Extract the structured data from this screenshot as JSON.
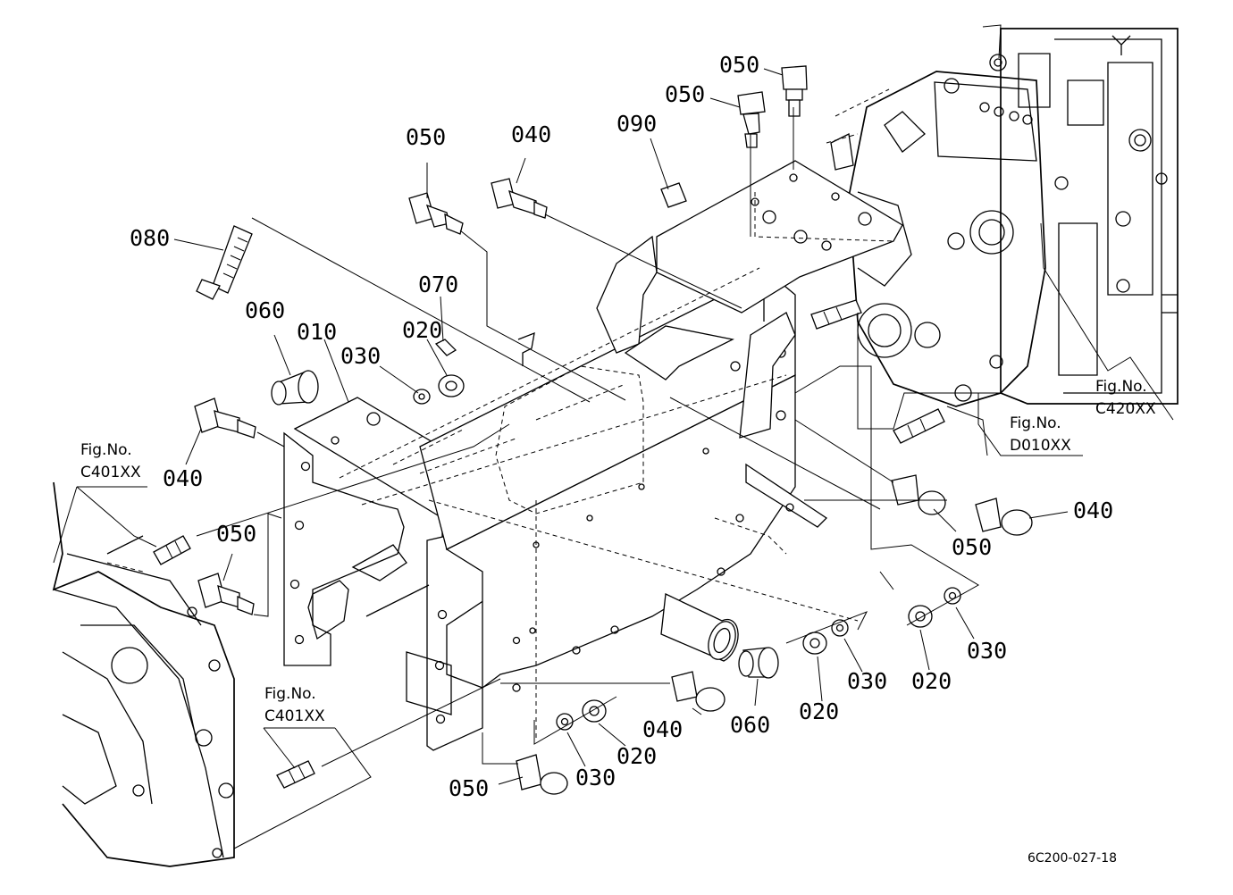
{
  "callouts": {
    "p050_top_a": "050",
    "p050_top_b": "050",
    "p050_upper": "050",
    "p040_upper": "040",
    "p090": "090",
    "p080": "080",
    "p070": "070",
    "p060_left": "060",
    "p010": "010",
    "p020_left": "020",
    "p030_left": "030",
    "p040_left": "040",
    "p050_left": "050",
    "p050_right": "050",
    "p040_right": "040",
    "p040_bottom": "040",
    "p060_bottom": "060",
    "p020_b1": "020",
    "p030_b1": "030",
    "p020_b2": "020",
    "p030_b2": "030",
    "p020_b3": "020",
    "p030_b3": "030",
    "p050_bottom": "050"
  },
  "figure_refs": {
    "c420": {
      "line1": "Fig.No.",
      "line2": "C420XX"
    },
    "d010": {
      "line1": "Fig.No.",
      "line2": "D010XX"
    },
    "c401_upper": {
      "line1": "Fig.No.",
      "line2": "C401XX"
    },
    "c401_lower": {
      "line1": "Fig.No.",
      "line2": "C401XX"
    }
  },
  "drawing_code": "6C200-027-18"
}
